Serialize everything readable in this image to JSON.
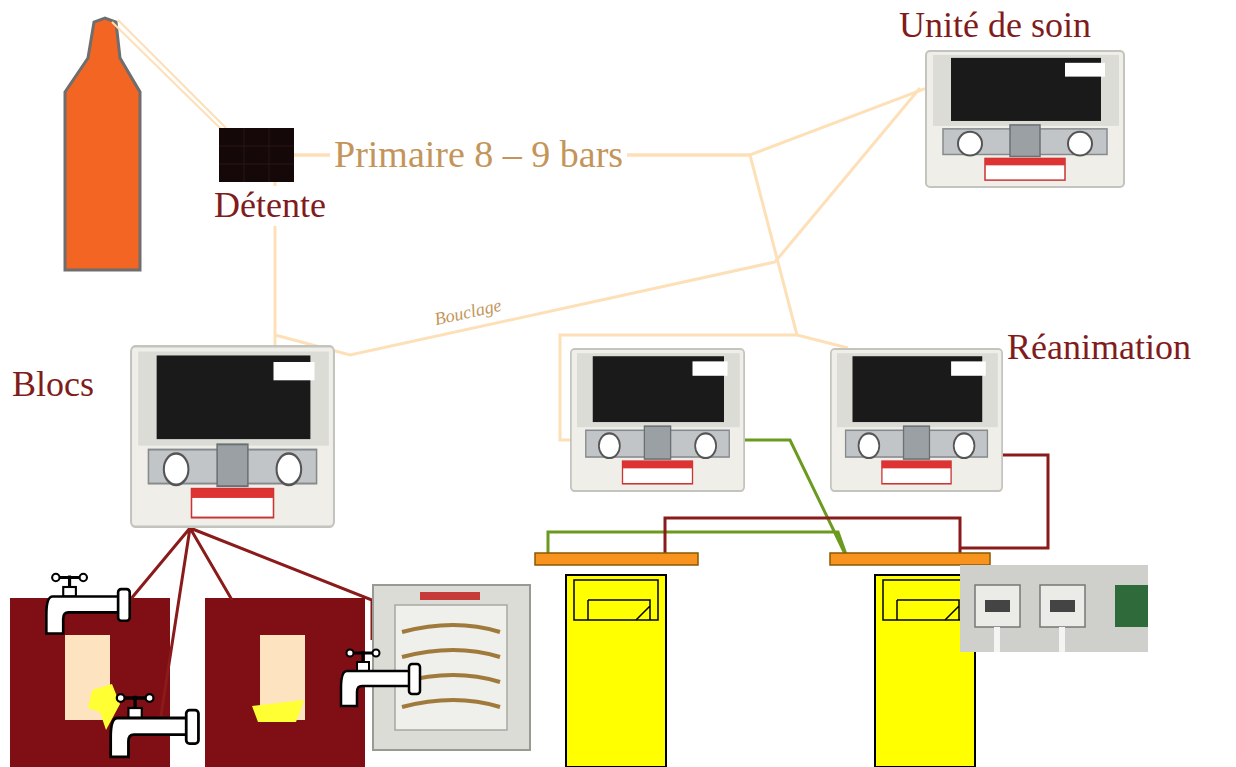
{
  "diagram": {
    "nodes": [
      {
        "text": [
          "Détente"
        ]
      },
      {
        "text": [
          "Unité de soin"
        ]
      },
      {
        "text": [
          "Blocs"
        ]
      },
      {
        "text": [
          "Réanimation"
        ]
      }
    ],
    "edges": [
      {
        "from": 0,
        "to": 1,
        "arrow": "none",
        "label": "Primaire 8 – 9 bars"
      },
      {
        "from": 0,
        "to": 2,
        "arrow": "none"
      },
      {
        "from": 0,
        "to": 3,
        "arrow": "none"
      }
    ],
    "labels": [
      "Bouclage"
    ]
  }
}
